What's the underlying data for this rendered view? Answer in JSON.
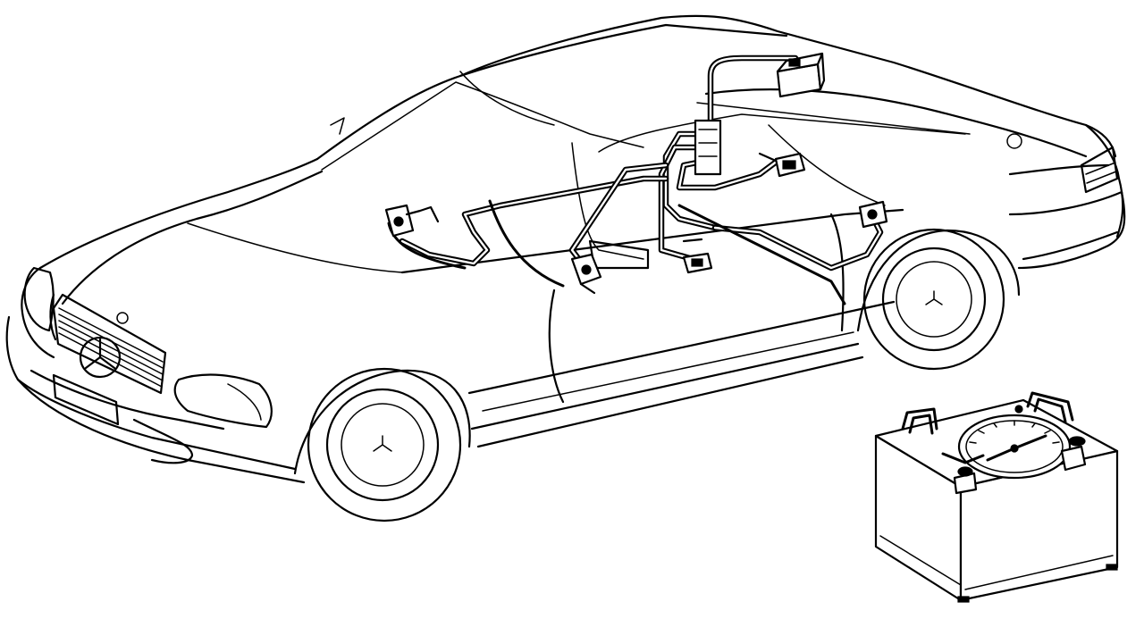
{
  "diagram": {
    "subject": "",
    "components": [
      {
        "id": "car",
        "icon": "convertible-car-outline"
      },
      {
        "id": "vacuum-reservoir",
        "icon": "reservoir-box-icon"
      },
      {
        "id": "vacuum-lines",
        "icon": "tube-routing"
      },
      {
        "id": "door-lock-actuators",
        "count": 4,
        "icon": "actuator-icon"
      },
      {
        "id": "fuel-filler-actuator",
        "icon": "actuator-icon"
      },
      {
        "id": "pressure-tester",
        "icon": "gauge-tester-icon"
      }
    ],
    "colors": {
      "ink": "#000000",
      "paper": "#ffffff"
    }
  }
}
